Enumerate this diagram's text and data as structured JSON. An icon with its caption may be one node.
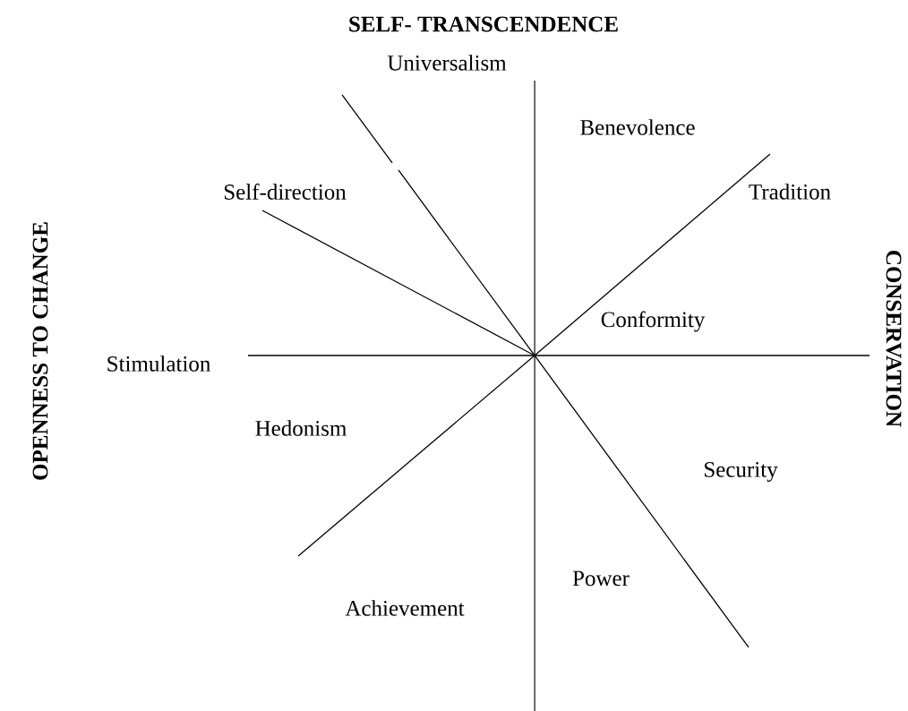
{
  "diagram": {
    "title": "SELF- TRANSCENDENCE",
    "labels": [
      "Universalism",
      "Benevolence",
      "Self-direction",
      "Tradition",
      "OPENNESS TO CHANGE",
      "CONSERVATION",
      "Conformity",
      "Stimulation",
      "Hedonism",
      "Security",
      "Power",
      "Achievement"
    ]
  }
}
